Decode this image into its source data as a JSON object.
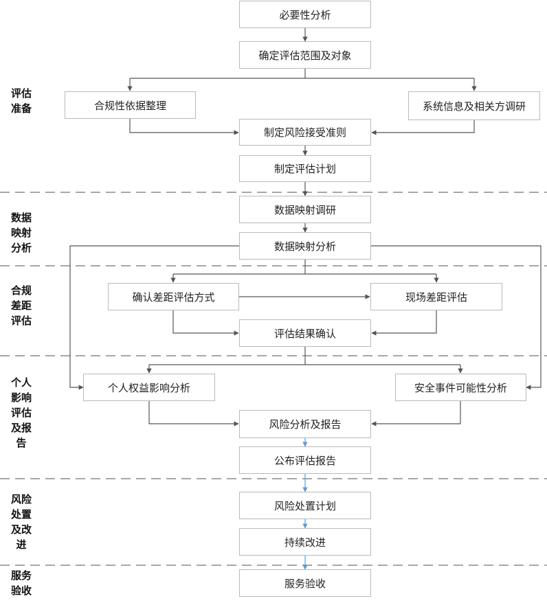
{
  "stages": [
    {
      "id": "prep",
      "label": "评估\n准备"
    },
    {
      "id": "mapping",
      "label": "数据\n映射\n分析"
    },
    {
      "id": "gap",
      "label": "合规\n差距\n评估"
    },
    {
      "id": "impact",
      "label": "个人\n影响\n评估\n及报\n告"
    },
    {
      "id": "risk",
      "label": "风险\n处置\n及改\n进"
    },
    {
      "id": "service",
      "label": "服务\n验收"
    }
  ],
  "nodes": {
    "necessity": "必要性分析",
    "scope": "确定评估范围及对象",
    "compliance_basis": "合规性依据整理",
    "system_survey": "系统信息及相关方调研",
    "risk_criteria": "制定风险接受准则",
    "assessment_plan": "制定评估计划",
    "data_mapping_survey": "数据映射调研",
    "data_mapping_analysis": "数据映射分析",
    "gap_method": "确认差距评估方式",
    "onsite_gap": "现场差距评估",
    "result_confirm": "评估结果确认",
    "personal_rights": "个人权益影响分析",
    "security_event": "安全事件可能性分析",
    "risk_report": "风险分析及报告",
    "publish_report": "公布评估报告",
    "treatment_plan": "风险处置计划",
    "improvement": "持续改进",
    "acceptance": "服务验收"
  },
  "colors": {
    "line": "#555555",
    "box_border": "#b9b9b9",
    "divider": "#a6a6a6",
    "blue_arrow": "#5b9bd5"
  }
}
